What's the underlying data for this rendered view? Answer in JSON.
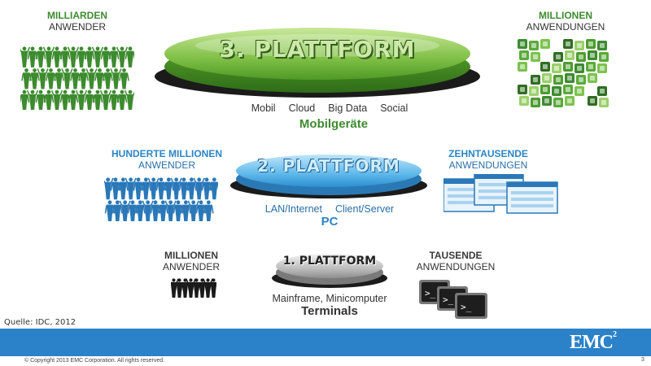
{
  "platform3": {
    "title": "3. PLATTFORM",
    "tags": [
      "Mobil",
      "Cloud",
      "Big Data",
      "Social"
    ],
    "era": "Mobilgeräte",
    "users_top": "MILLIARDEN",
    "users_bottom": "ANWENDER",
    "apps_top": "MILLIONEN",
    "apps_bottom": "ANWENDUNGEN"
  },
  "platform2": {
    "title": "2. PLATTFORM",
    "tags": [
      "LAN/Internet",
      "Client/Server"
    ],
    "era": "PC",
    "users_top": "HUNDERTE MILLIONEN",
    "users_bottom": "ANWENDER",
    "apps_top": "ZEHNTAUSENDE",
    "apps_bottom": "ANWENDUNGEN"
  },
  "platform1": {
    "title": "1. PLATTFORM",
    "tags": [
      "Mainframe, Minicomputer"
    ],
    "era": "Terminals",
    "users_top": "MILLIONEN",
    "users_bottom": "ANWENDER",
    "apps_top": "TAUSENDE",
    "apps_bottom": "ANWENDUNGEN"
  },
  "colors": {
    "green": "#3d8b2f",
    "blue": "#2a86c6",
    "gray": "#8a8a8a",
    "footer": "#2c82c8"
  },
  "icons": [
    "people-crowd-icon",
    "app-icons-grid",
    "window-screens-icon",
    "terminal-prompt-icon"
  ],
  "source": "Quelle: IDC, 2012",
  "footer": {
    "copyright": "© Copyright 2013 EMC Corporation. All rights reserved.",
    "logo": "EMC",
    "logo_sup": "2",
    "page": "3"
  }
}
